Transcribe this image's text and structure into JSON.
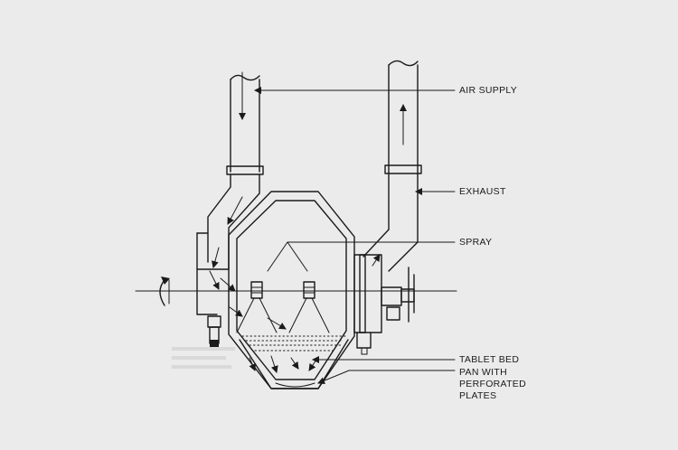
{
  "labels": {
    "air_supply": "AIR SUPPLY",
    "exhaust": "EXHAUST",
    "spray": "SPRAY",
    "tablet_bed": "TABLET BED",
    "pan_line1": "PAN WITH",
    "pan_line2": "PERFORATED",
    "pan_line3": "PLATES"
  },
  "colors": {
    "background": "#ebebeb",
    "ink": "#1a1a1a"
  }
}
